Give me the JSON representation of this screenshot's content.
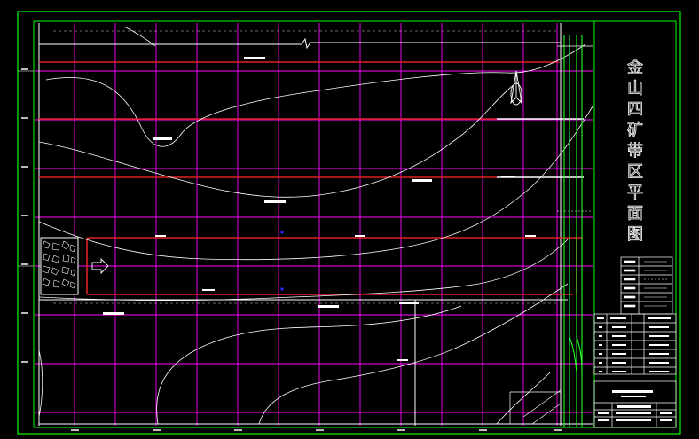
{
  "drawing": {
    "title_chars": [
      "金",
      "山",
      "四",
      "矿",
      "带",
      "区",
      "平",
      "面",
      "图"
    ],
    "colors": {
      "background": "#000000",
      "frame": "#00ff00",
      "grid": "#ff00ff",
      "roadway": "#e02020",
      "contour": "#ffffff",
      "marker": "#2a2aff"
    },
    "icons": [
      "north-arrow-icon",
      "flow-arrow-icon",
      "gob-hatch-pattern"
    ]
  }
}
